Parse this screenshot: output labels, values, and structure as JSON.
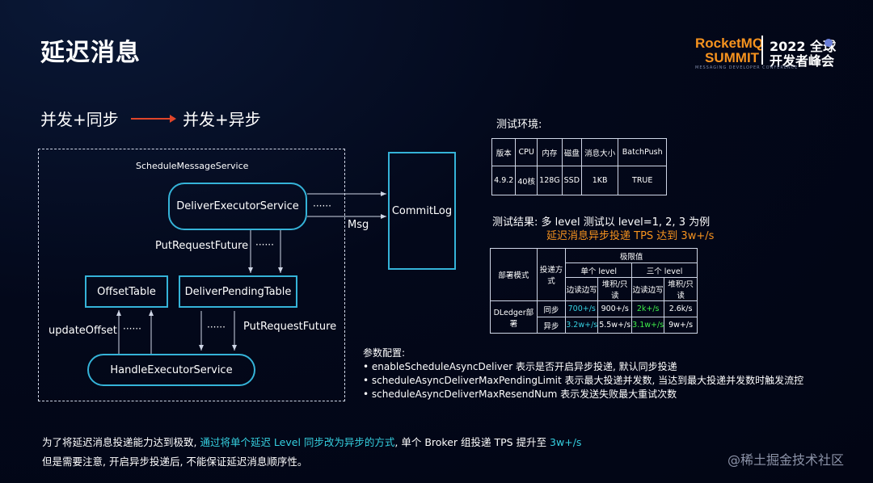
{
  "title": "延迟消息",
  "logo": {
    "brand": "RocketMQ",
    "summit": "SUMMIT",
    "year_label": "2022 全球",
    "event": "开发者峰会",
    "tagline": "MESSAGING DEVELOPER CONFERENCE",
    "accent": "#f7931e"
  },
  "flow": {
    "from": "并发+同步",
    "to": "并发+异步",
    "arrow_color": "#e0452a"
  },
  "diagram": {
    "container_label": "ScheduleMessageService",
    "deliver_executor": "DeliverExecutorService",
    "commitlog": "CommitLog",
    "msg_label": "Msg",
    "put_request_future_top": "PutRequestFuture",
    "offset_table": "OffsetTable",
    "deliver_pending_table": "DeliverPendingTable",
    "update_offset": "updateOffset",
    "put_request_future_bottom": "PutRequestFuture",
    "handle_executor": "HandleExecutorService",
    "dots": "······",
    "box_color": "#35b3d8"
  },
  "env": {
    "heading": "测试环境:",
    "headers": [
      "版本",
      "CPU",
      "内存",
      "磁盘",
      "消息大小",
      "BatchPush"
    ],
    "values": [
      "4.9.2",
      "40核",
      "128G",
      "SSD",
      "1KB",
      "TRUE"
    ]
  },
  "result": {
    "line1": "测试结果: 多 level 测试以 level=1, 2, 3 为例",
    "line2": "延迟消息异步投递 TPS 达到 3w+/s"
  },
  "perf": {
    "deploy_mode": "部署模式",
    "delivery_mode": "投递方式",
    "limit": "极限值",
    "single_level": "单个 level",
    "three_level": "三个 level",
    "col_a": "边读边写",
    "col_b": "堆积/只读",
    "row_group": "DLedger部署",
    "rows": [
      {
        "mode": "同步",
        "v1": "700+/s",
        "v2": "900+/s",
        "v3": "2k+/s",
        "v4": "2.6k/s"
      },
      {
        "mode": "异步",
        "v1": "3.2w+/s",
        "v2": "5.5w+/s",
        "v3": "3.1w+/s",
        "v4": "9w+/s"
      }
    ]
  },
  "config": {
    "heading": "参数配置:",
    "items": [
      "enableScheduleAsyncDeliver 表示是否开启异步投递, 默认同步投递",
      "scheduleAsyncDeliverMaxPendingLimit 表示最大投递并发数, 当达到最大投递并发数时触发流控",
      "scheduleAsyncDeliverMaxResendNum 表示发送失败最大重试次数"
    ]
  },
  "bottom": {
    "p1_a": "为了将延迟消息投递能力达到极致, ",
    "p1_b": "通过将单个延迟 Level 同步改为异步的方式",
    "p1_c": ", 单个 Broker 组投递 TPS 提升至 ",
    "p1_d": "3w+/s",
    "p2": "但是需要注意, 开启异步投递后, 不能保证延迟消息顺序性。"
  },
  "watermark": "@稀土掘金技术社区"
}
